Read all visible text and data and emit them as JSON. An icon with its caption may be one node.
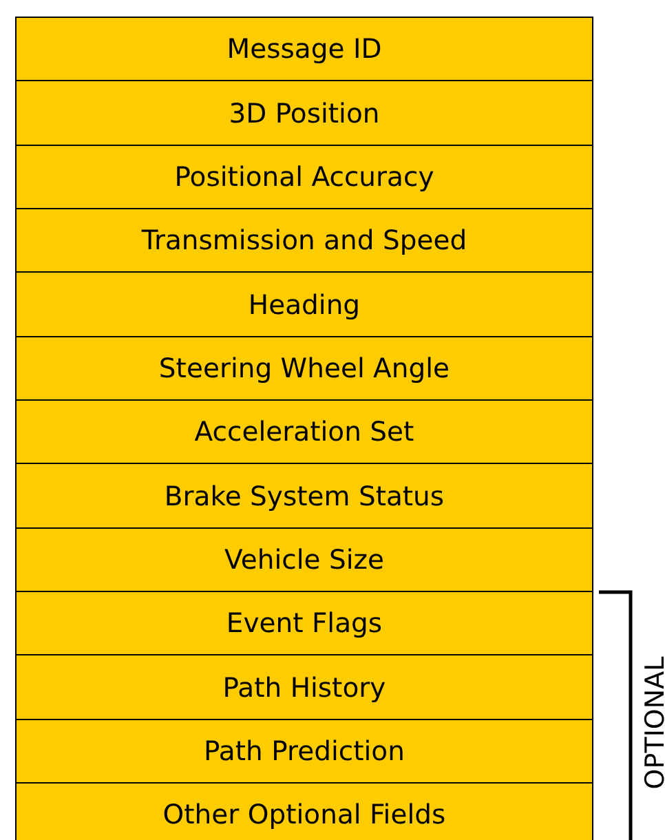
{
  "diagram": {
    "nodes": [
      {
        "text": [
          "Message ID"
        ]
      },
      {
        "text": [
          "3D Position"
        ]
      },
      {
        "text": [
          "Positional Accuracy"
        ]
      },
      {
        "text": [
          "Transmission and Speed"
        ]
      },
      {
        "text": [
          "Heading"
        ]
      },
      {
        "text": [
          "Steering Wheel Angle"
        ]
      },
      {
        "text": [
          "Acceleration Set"
        ]
      },
      {
        "text": [
          "Brake System Status"
        ]
      },
      {
        "text": [
          "Vehicle Size"
        ]
      },
      {
        "text": [
          "Event Flags"
        ]
      },
      {
        "text": [
          "Path History"
        ]
      },
      {
        "text": [
          "Path Prediction"
        ]
      },
      {
        "text": [
          "Other Optional Fields"
        ]
      }
    ],
    "labels": [
      "OPTIONAL"
    ]
  }
}
